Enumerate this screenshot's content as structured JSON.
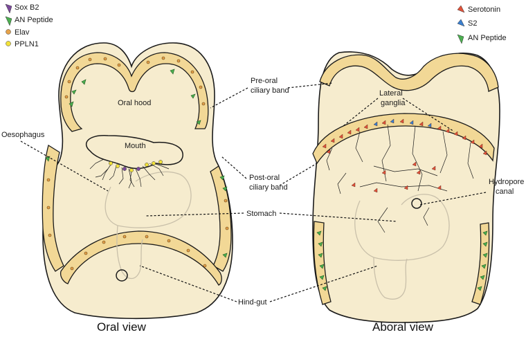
{
  "legend_left": [
    {
      "label": "Sox B2",
      "color": "#7b4a9a"
    },
    {
      "label": "AN Peptide",
      "color": "#4caf50"
    },
    {
      "label": "Elav",
      "color": "#e6a24a"
    },
    {
      "label": "PPLN1",
      "color": "#f2e23a"
    }
  ],
  "legend_right": [
    {
      "label": "Serotonin",
      "color": "#e0523a"
    },
    {
      "label": "S2",
      "color": "#3a7fd0"
    },
    {
      "label": "AN Peptide",
      "color": "#4caf50"
    }
  ],
  "labels": {
    "oral_hood": "Oral hood",
    "mouth": "Mouth",
    "oesophagus": "Oesophagus",
    "pre_oral_1": "Pre-oral",
    "pre_oral_2": "ciliary band",
    "post_oral_1": "Post-oral",
    "post_oral_2": "ciliary band",
    "lateral_1": "Lateral",
    "lateral_2": "ganglia",
    "stomach": "Stomach",
    "hind_gut": "Hind-gut",
    "hydropore_1": "Hydropore",
    "hydropore_2": "canal"
  },
  "titles": {
    "oral": "Oral view",
    "aboral": "Aboral view"
  }
}
